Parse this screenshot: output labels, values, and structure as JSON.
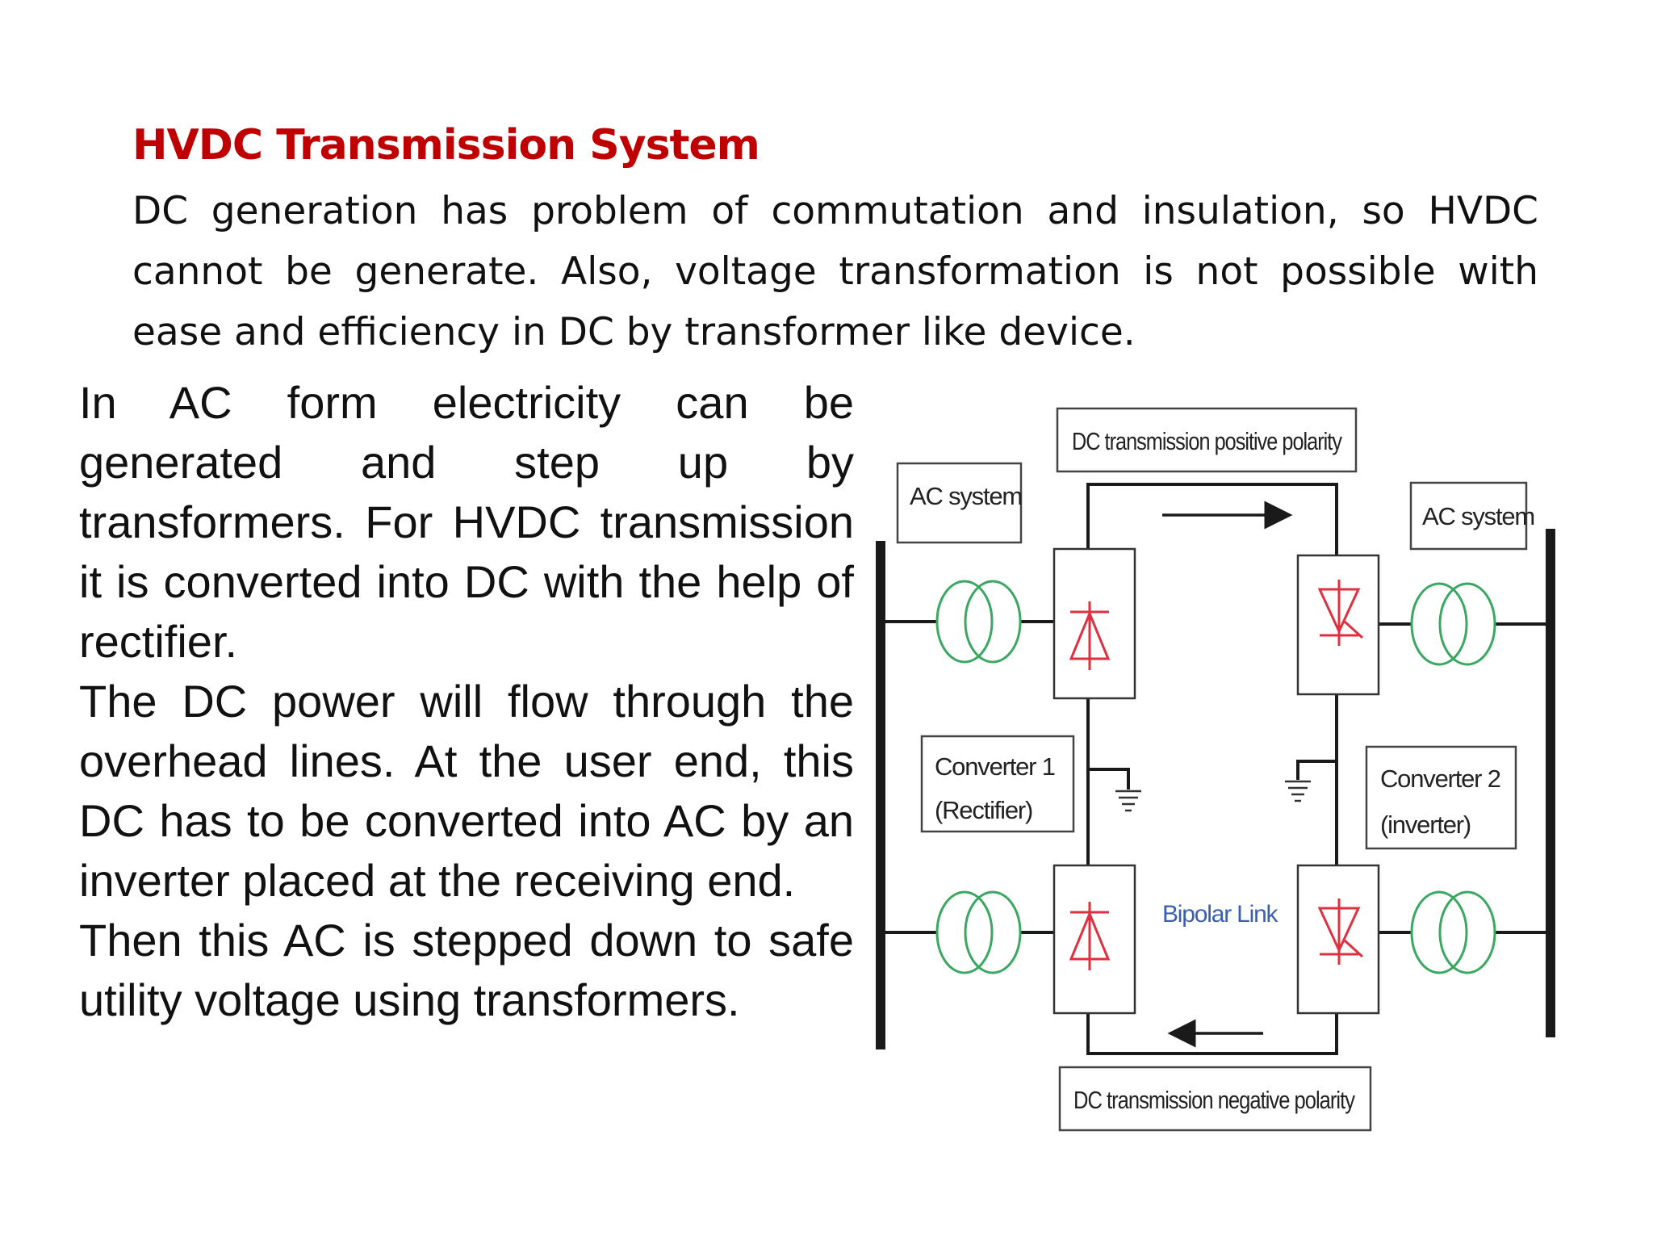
{
  "title": "HVDC Transmission System",
  "intro": "DC generation has problem of commutation and insulation, so HVDC cannot be generate. Also, voltage transformation is not possible with ease and efficiency in DC by transformer like device.",
  "paragraphs": [
    "In AC form electricity can be generated and step up by transformers. For HVDC transmission it is converted into DC with the help of rectifier.",
    "The DC power will flow through the overhead lines. At the user end, this DC has to be converted into AC by an inverter placed at the receiving end.",
    "Then this AC is stepped down to safe utility voltage using transformers."
  ],
  "diagram": {
    "labels": {
      "dc_positive": "DC transmission positive polarity",
      "dc_negative": "DC transmission negative polarity",
      "ac_left": "AC system",
      "ac_right": "AC system",
      "converter1_line1": "Converter 1",
      "converter1_line2": "(Rectifier)",
      "converter2_line1": "Converter 2",
      "converter2_line2": "(inverter)",
      "bipolar": "Bipolar Link"
    },
    "colors": {
      "transformer": "#3aa860",
      "thyristor": "#e03040",
      "bipolar": "#3b5fb0",
      "line": "#1a1a1a"
    }
  }
}
